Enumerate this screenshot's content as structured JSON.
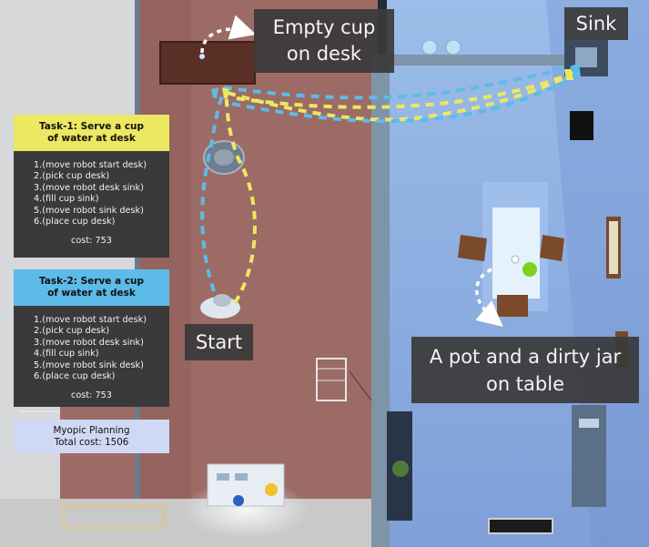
{
  "captions": {
    "empty_cup": "Empty cup\non desk",
    "sink": "Sink",
    "start": "Start",
    "pot_jar": "A pot and a dirty jar\non table"
  },
  "tasks": [
    {
      "title": "Task-1: Serve a cup\nof water at desk",
      "steps": [
        "1.(move robot start desk)",
        "2.(pick cup desk)",
        "3.(move robot desk sink)",
        "4.(fill cup sink)",
        "5.(move robot sink desk)",
        "6.(place cup desk)"
      ],
      "cost": "cost: 753",
      "color": "#ece861"
    },
    {
      "title": "Task-2: Serve a cup\nof water at desk",
      "steps": [
        "1.(move robot start desk)",
        "2.(pick cup desk)",
        "3.(move robot desk sink)",
        "4.(fill cup sink)",
        "5.(move robot sink desk)",
        "6.(place cup desk)"
      ],
      "cost": "cost: 753",
      "color": "#5cbbe9"
    }
  ],
  "summary": {
    "line1": "Myopic Planning",
    "line2": "Total cost: 1506"
  },
  "colors": {
    "left_floor": "#9c6b66",
    "right_floor": "#8fb0e4",
    "wall": "#7f93a9",
    "path_yellow": "#ece861",
    "path_blue": "#5cbbe9",
    "target_green": "#7fd11e"
  }
}
